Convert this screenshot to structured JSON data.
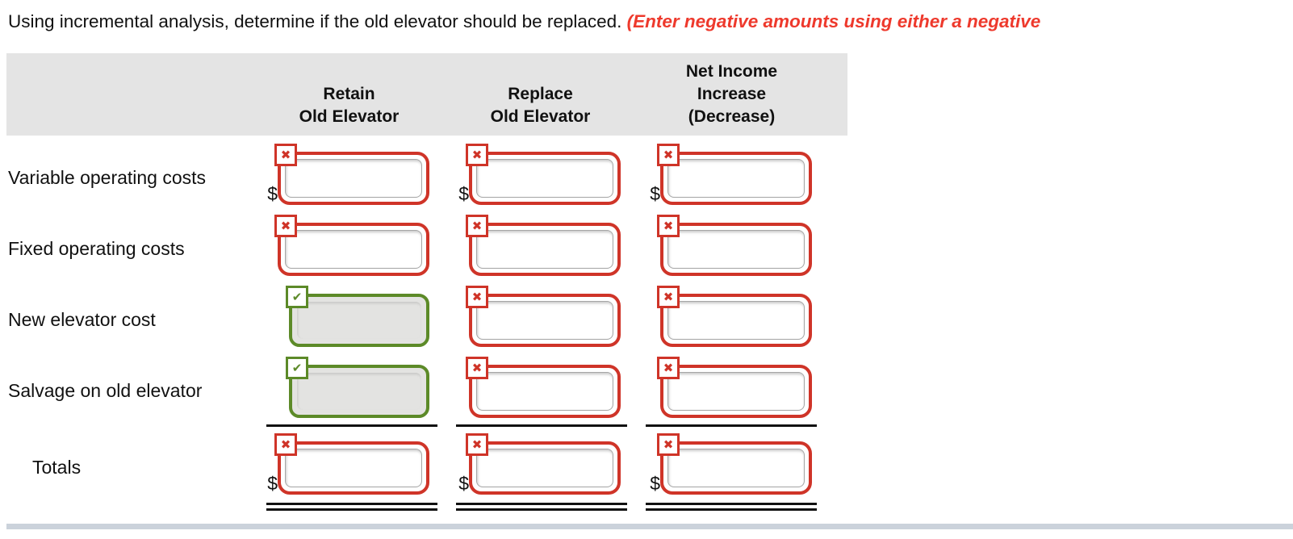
{
  "instruction": {
    "text": "Using incremental analysis, determine if the old elevator should be replaced. ",
    "note": "(Enter negative amounts using either a negative"
  },
  "icons": {
    "error": "✖",
    "valid": "✔"
  },
  "colors": {
    "error_red": "#cf3428",
    "valid_green": "#5c8a28",
    "note_red": "#ee392c",
    "header_bg": "#e4e4e4",
    "disabled_fill": "#e3e3e1",
    "bottom_bar": "#cbd2db"
  },
  "table": {
    "columns": [
      {
        "lines": [
          "Retain",
          "Old Elevator"
        ]
      },
      {
        "lines": [
          "Replace",
          "Old Elevator"
        ]
      },
      {
        "lines": [
          "Net Income",
          "Increase",
          "(Decrease)"
        ]
      }
    ],
    "rows": [
      {
        "label": "Variable operating costs",
        "cells": [
          {
            "state": "error",
            "badge": "✖",
            "prefix": "$",
            "value": ""
          },
          {
            "state": "error",
            "badge": "✖",
            "prefix": "$",
            "value": ""
          },
          {
            "state": "error",
            "badge": "✖",
            "prefix": "$",
            "value": ""
          }
        ]
      },
      {
        "label": "Fixed operating costs",
        "cells": [
          {
            "state": "error",
            "badge": "✖",
            "prefix": "",
            "value": ""
          },
          {
            "state": "error",
            "badge": "✖",
            "prefix": "",
            "value": ""
          },
          {
            "state": "error",
            "badge": "✖",
            "prefix": "",
            "value": ""
          }
        ]
      },
      {
        "label": "New elevator cost",
        "cells": [
          {
            "state": "valid",
            "badge": "✔",
            "prefix": "",
            "value": ""
          },
          {
            "state": "error",
            "badge": "✖",
            "prefix": "",
            "value": ""
          },
          {
            "state": "error",
            "badge": "✖",
            "prefix": "",
            "value": ""
          }
        ]
      },
      {
        "label": "Salvage on old elevator",
        "cells": [
          {
            "state": "valid",
            "badge": "✔",
            "prefix": "",
            "value": ""
          },
          {
            "state": "error",
            "badge": "✖",
            "prefix": "",
            "value": ""
          },
          {
            "state": "error",
            "badge": "✖",
            "prefix": "",
            "value": ""
          }
        ]
      },
      {
        "label": "Totals",
        "cells": [
          {
            "state": "error",
            "badge": "✖",
            "prefix": "$",
            "value": ""
          },
          {
            "state": "error",
            "badge": "✖",
            "prefix": "$",
            "value": ""
          },
          {
            "state": "error",
            "badge": "✖",
            "prefix": "$",
            "value": ""
          }
        ]
      }
    ]
  }
}
